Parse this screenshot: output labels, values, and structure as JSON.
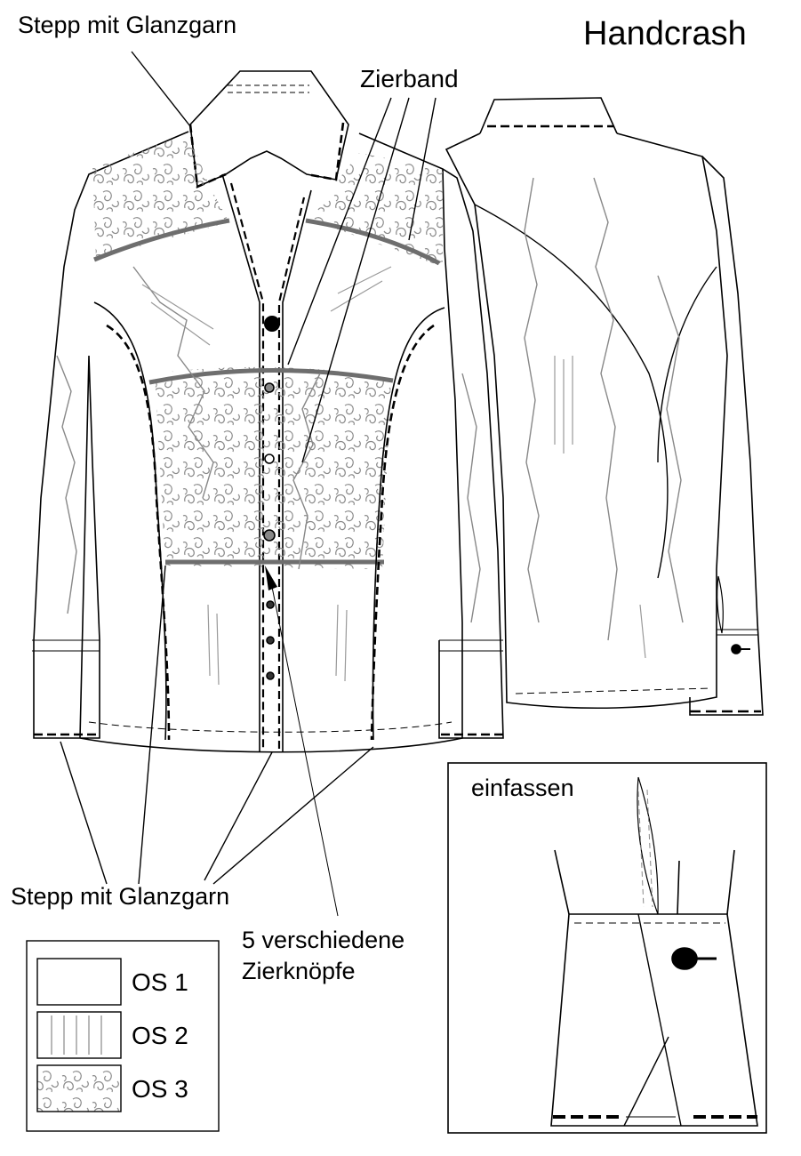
{
  "title": "Handcrash",
  "annotations": {
    "topstitch_top": "Stepp mit Glanzgarn",
    "ribbon": "Zierband",
    "topstitch_bottom": "Stepp mit Glanzgarn",
    "buttons_line1": "5 verschiedene",
    "buttons_line2": "Zierknöpfe",
    "binding": "einfassen"
  },
  "legend": [
    {
      "label": "OS 1",
      "swatch": "plain"
    },
    {
      "label": "OS 2",
      "swatch": "vertical-stripes"
    },
    {
      "label": "OS 3",
      "swatch": "swirl-pattern"
    }
  ],
  "colors": {
    "line": "#000000",
    "pattern": "#808080",
    "ribbon": "#707070"
  }
}
